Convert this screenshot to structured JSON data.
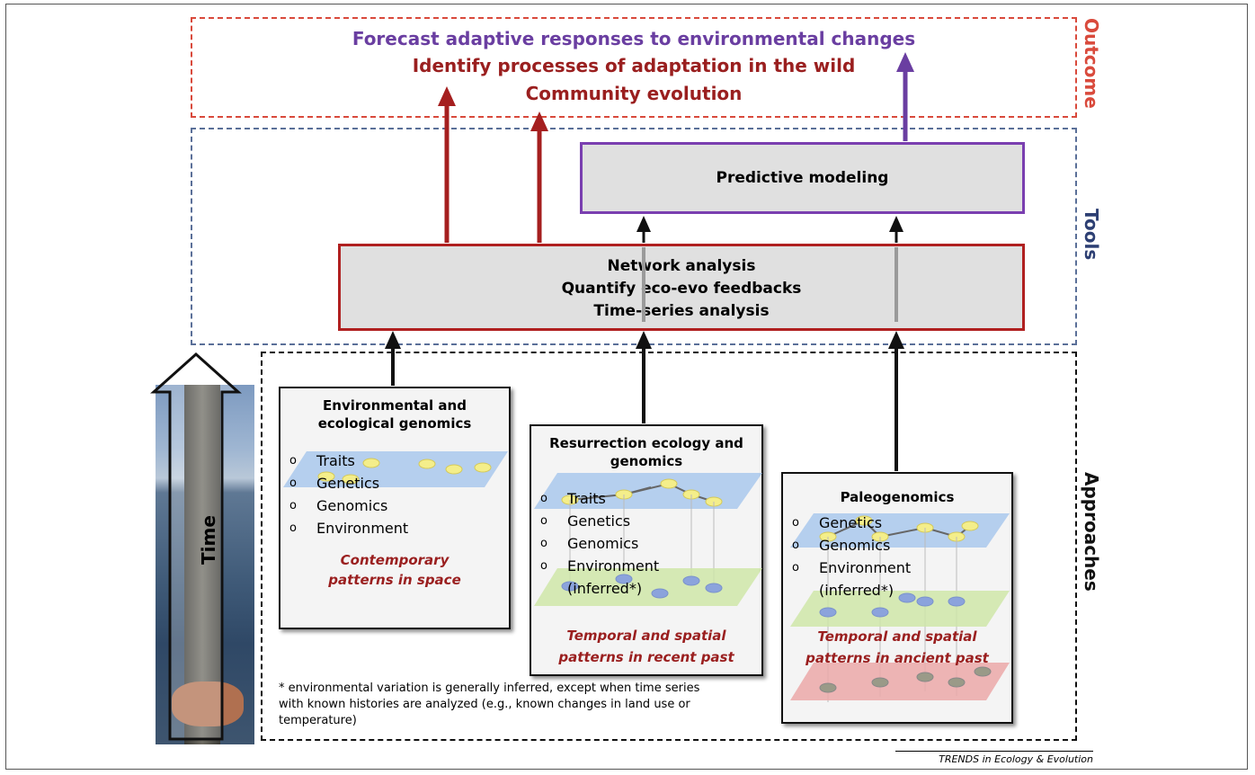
{
  "outcome": {
    "label": "Outcome",
    "lines": [
      "Forecast adaptive responses to environmental changes",
      "Identify processes of adaptation  in the wild",
      "Community evolution"
    ]
  },
  "tools": {
    "label": "Tools",
    "predictive": "Predictive modeling",
    "analysis": [
      "Network analysis",
      "Quantify eco-evo feedbacks",
      "Time-series analysis"
    ]
  },
  "approaches": {
    "label": "Approaches",
    "time_label": "Time",
    "cards": [
      {
        "title_lines": [
          "Environmental and",
          "ecological genomics"
        ],
        "items": [
          "Traits",
          "Genetics",
          "Genomics",
          "Environment"
        ],
        "pattern_lines": [
          "Contemporary",
          "patterns in space"
        ]
      },
      {
        "title_lines": [
          "Resurrection ecology and",
          "genomics"
        ],
        "items": [
          "Traits",
          "Genetics",
          "Genomics",
          "Environment",
          "(inferred*)"
        ],
        "pattern_lines": [
          "Temporal and spatial",
          "patterns in recent past"
        ]
      },
      {
        "title_lines": [
          "Paleogenomics"
        ],
        "items": [
          "Genetics",
          "Genomics",
          "Environment",
          "(inferred*)"
        ],
        "pattern_lines": [
          "Temporal and spatial",
          "patterns in ancient past"
        ]
      }
    ],
    "bullet": "o",
    "footnote_lines": [
      "* environmental variation is generally inferred, except when time series",
      "with known histories are analyzed (e.g., known changes in land use or",
      "temperature)"
    ]
  },
  "credit": "TRENDS in Ecology & Evolution",
  "colors": {
    "outcome_red": "#d94a3c",
    "outcome_purple": "#6a3ea1",
    "outcome_darkred": "#9a1f1f",
    "tools_blue": "#2d3f73",
    "analysis_border": "#b02020",
    "predictive_border": "#7a3fb0"
  }
}
